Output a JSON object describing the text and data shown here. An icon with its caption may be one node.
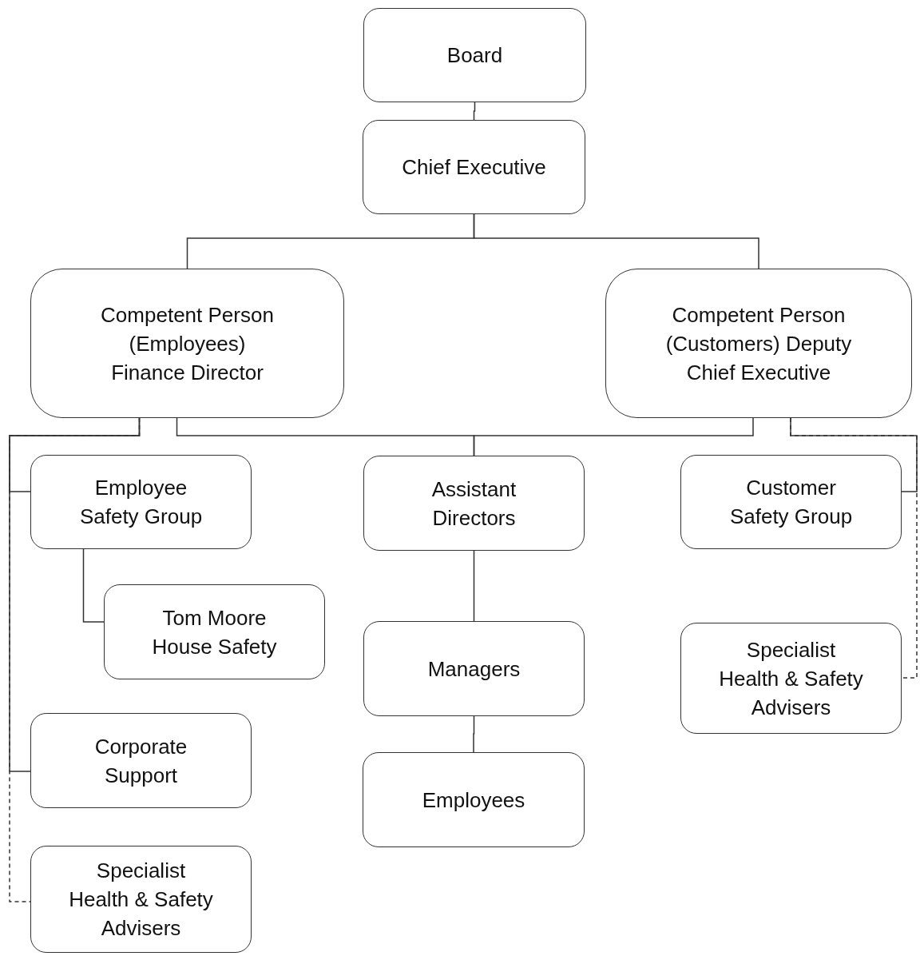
{
  "diagram": {
    "nodes": [
      {
        "text": [
          "Board"
        ]
      },
      {
        "text": [
          "Chief Executive"
        ]
      },
      {
        "text": [
          "Competent Person (Employees) Finance Director"
        ]
      },
      {
        "text": [
          "Competent Person (Customers) Deputy Chief Executive"
        ]
      },
      {
        "text": [
          "Employee Safety Group"
        ]
      },
      {
        "text": [
          "Assistant Directors"
        ]
      },
      {
        "text": [
          "Customer Safety Group"
        ]
      },
      {
        "text": [
          "Tom Moore House Safety"
        ]
      },
      {
        "text": [
          "Managers"
        ]
      },
      {
        "text": [
          "Corporate Support"
        ]
      },
      {
        "text": [
          "Employees"
        ]
      },
      {
        "text": [
          "Specialist Health & Safety Advisers"
        ]
      },
      {
        "text": [
          "Specialist Health & Safety Advisers"
        ]
      }
    ],
    "edges": [
      {
        "from": 0,
        "to": 1,
        "arrow": "none"
      },
      {
        "from": 1,
        "to": 2,
        "arrow": "none"
      },
      {
        "from": 1,
        "to": 3,
        "arrow": "none"
      },
      {
        "from": 2,
        "to": 5,
        "arrow": "none"
      },
      {
        "from": 3,
        "to": 5,
        "arrow": "none"
      },
      {
        "from": 5,
        "to": 8,
        "arrow": "none"
      },
      {
        "from": 8,
        "to": 10,
        "arrow": "none"
      },
      {
        "from": 2,
        "to": 4,
        "arrow": "none"
      },
      {
        "from": 2,
        "to": 9,
        "arrow": "none"
      },
      {
        "from": 2,
        "to": 12,
        "arrow": "none",
        "style": "dashed"
      },
      {
        "from": 4,
        "to": 7,
        "arrow": "none"
      },
      {
        "from": 3,
        "to": 6,
        "arrow": "none"
      },
      {
        "from": 3,
        "to": 11,
        "arrow": "none",
        "style": "dashed"
      }
    ]
  }
}
